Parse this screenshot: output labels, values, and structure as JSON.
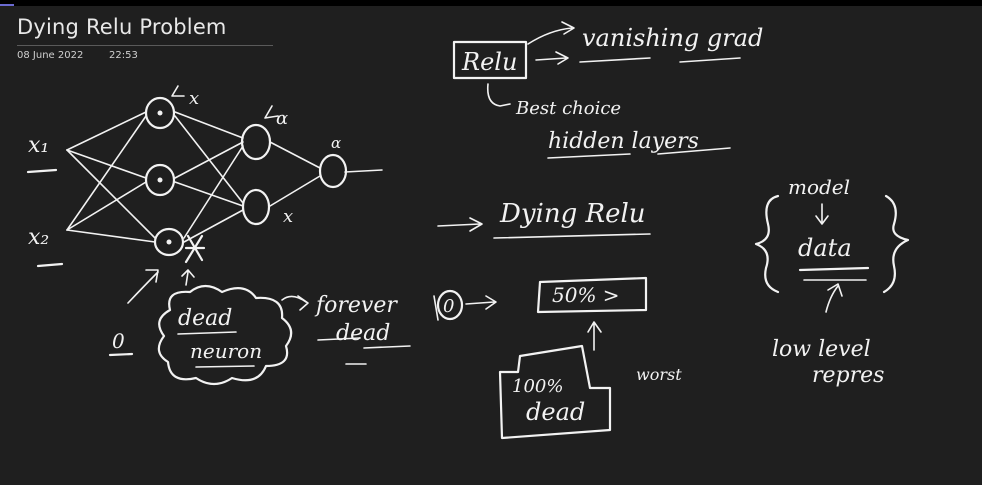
{
  "page": {
    "title": "Dying Relu Problem",
    "date": "08 June 2022",
    "time": "22:53"
  },
  "ink": {
    "color": "#f2f2f2",
    "background": "#1f1f1f",
    "relu_box": "Relu",
    "vanishing": "vanishing grad",
    "best_choice": "Best choice",
    "hidden_layers": "hidden layers",
    "dying_relu": "Dying Relu",
    "model": "model",
    "data": "data",
    "low_level": "low level",
    "repres": "repres",
    "percent50": "50% >",
    "percent100": "100%",
    "dead_box": "dead",
    "worst": "worst",
    "dead": "dead",
    "neuron": "neuron",
    "forever": "forever",
    "forever_dead": "dead",
    "zero_left": "0",
    "zero_circle": "0",
    "x1": "x₁",
    "x2": "x₂",
    "mark_x1": "x",
    "mark_x2": "x",
    "mark_alpha1": "α",
    "mark_alpha2": "α"
  }
}
